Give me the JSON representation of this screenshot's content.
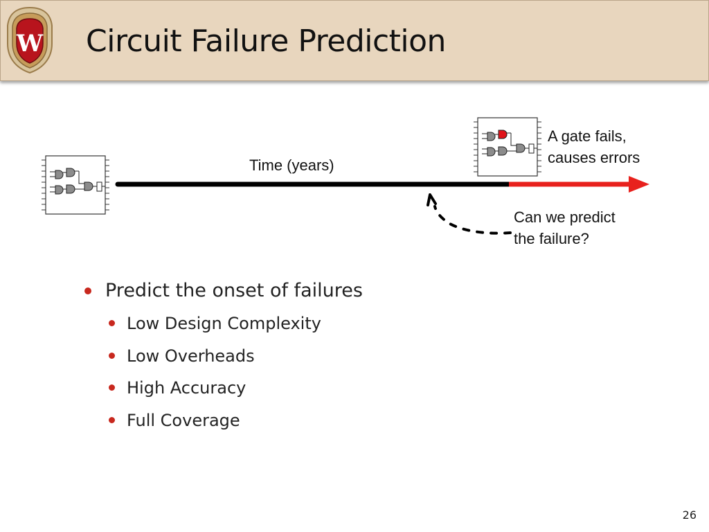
{
  "slide": {
    "title": "Circuit Failure Prediction",
    "page_number": "26",
    "logo": {
      "icon": "uw-crest-icon",
      "letter": "W"
    }
  },
  "diagram": {
    "timeline_label": "Time (years)",
    "failure_label_line1": "A gate fails,",
    "failure_label_line2": "causes errors",
    "prediction_label_line1": "Can we predict",
    "prediction_label_line2": "the failure?",
    "colors": {
      "healthy": "#000000",
      "failed": "#e8211d",
      "failed_gate": "#e0141b",
      "gate": "#8c8c8c"
    },
    "icons": [
      "chip-icon-healthy",
      "chip-icon-failed",
      "timeline-arrow-icon",
      "dashed-arrow-icon"
    ]
  },
  "bullets": {
    "main": "Predict the onset of failures",
    "sub": [
      "Low Design Complexity",
      "Low Overheads",
      "High Accuracy",
      "Full Coverage"
    ]
  },
  "colors": {
    "header": "#e8d6be",
    "bullet": "#c8281e",
    "crest_red": "#b8141d"
  }
}
